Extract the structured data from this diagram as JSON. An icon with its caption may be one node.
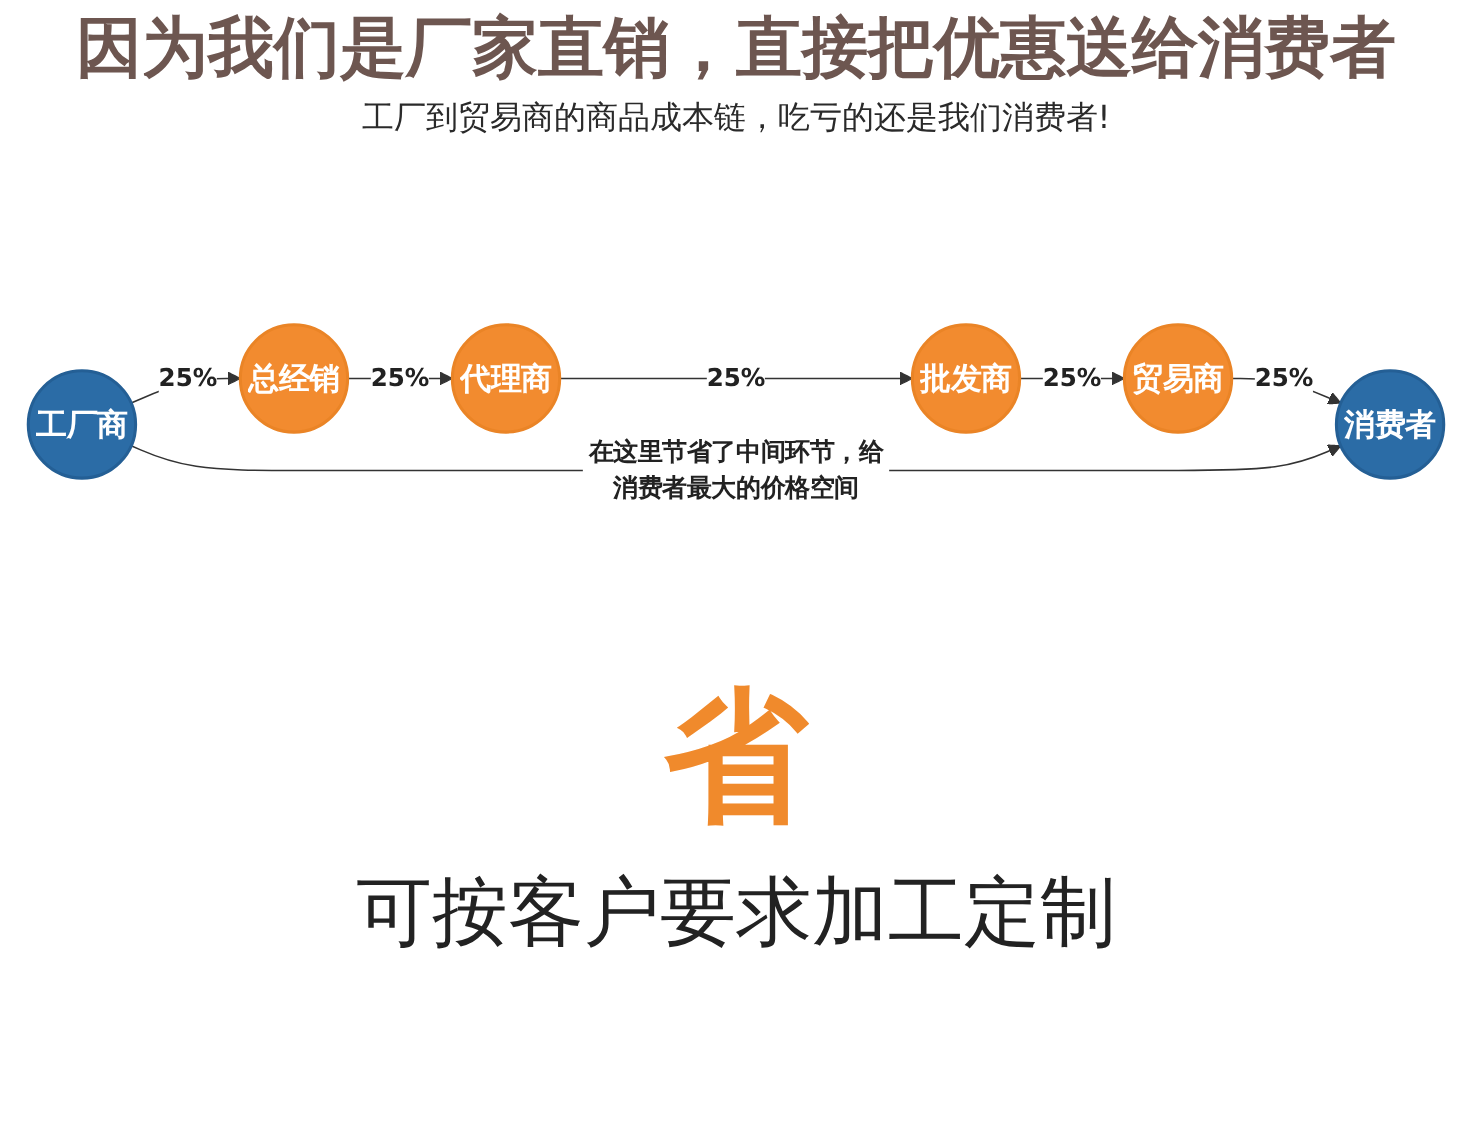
{
  "diagram": {
    "title": "因为我们是厂家直销，直接把优惠送给消费者",
    "nodes": [
      {
        "text": [
          "工厂商"
        ]
      },
      {
        "text": [
          "总经销"
        ]
      },
      {
        "text": [
          "代理商"
        ]
      },
      {
        "text": [
          "批发商"
        ]
      },
      {
        "text": [
          "贸易商"
        ]
      },
      {
        "text": [
          "消费者"
        ]
      }
    ],
    "edges": [
      {
        "from": 0,
        "to": 1,
        "arrow": "to",
        "label": "25%"
      },
      {
        "from": 1,
        "to": 2,
        "arrow": "to",
        "label": "25%"
      },
      {
        "from": 2,
        "to": 3,
        "arrow": "to",
        "label": "25%"
      },
      {
        "from": 3,
        "to": 4,
        "arrow": "to",
        "label": "25%"
      },
      {
        "from": 4,
        "to": 5,
        "arrow": "to",
        "label": "25%"
      },
      {
        "from": 0,
        "to": 5,
        "arrow": "to",
        "label": "在这里节省了中间环节，给消费者最大的价格空间"
      }
    ],
    "labels": [
      "工厂到贸易商的商品成本链，吃亏的还是我们消费者!",
      "省",
      "可按客户要求加工定制"
    ]
  }
}
